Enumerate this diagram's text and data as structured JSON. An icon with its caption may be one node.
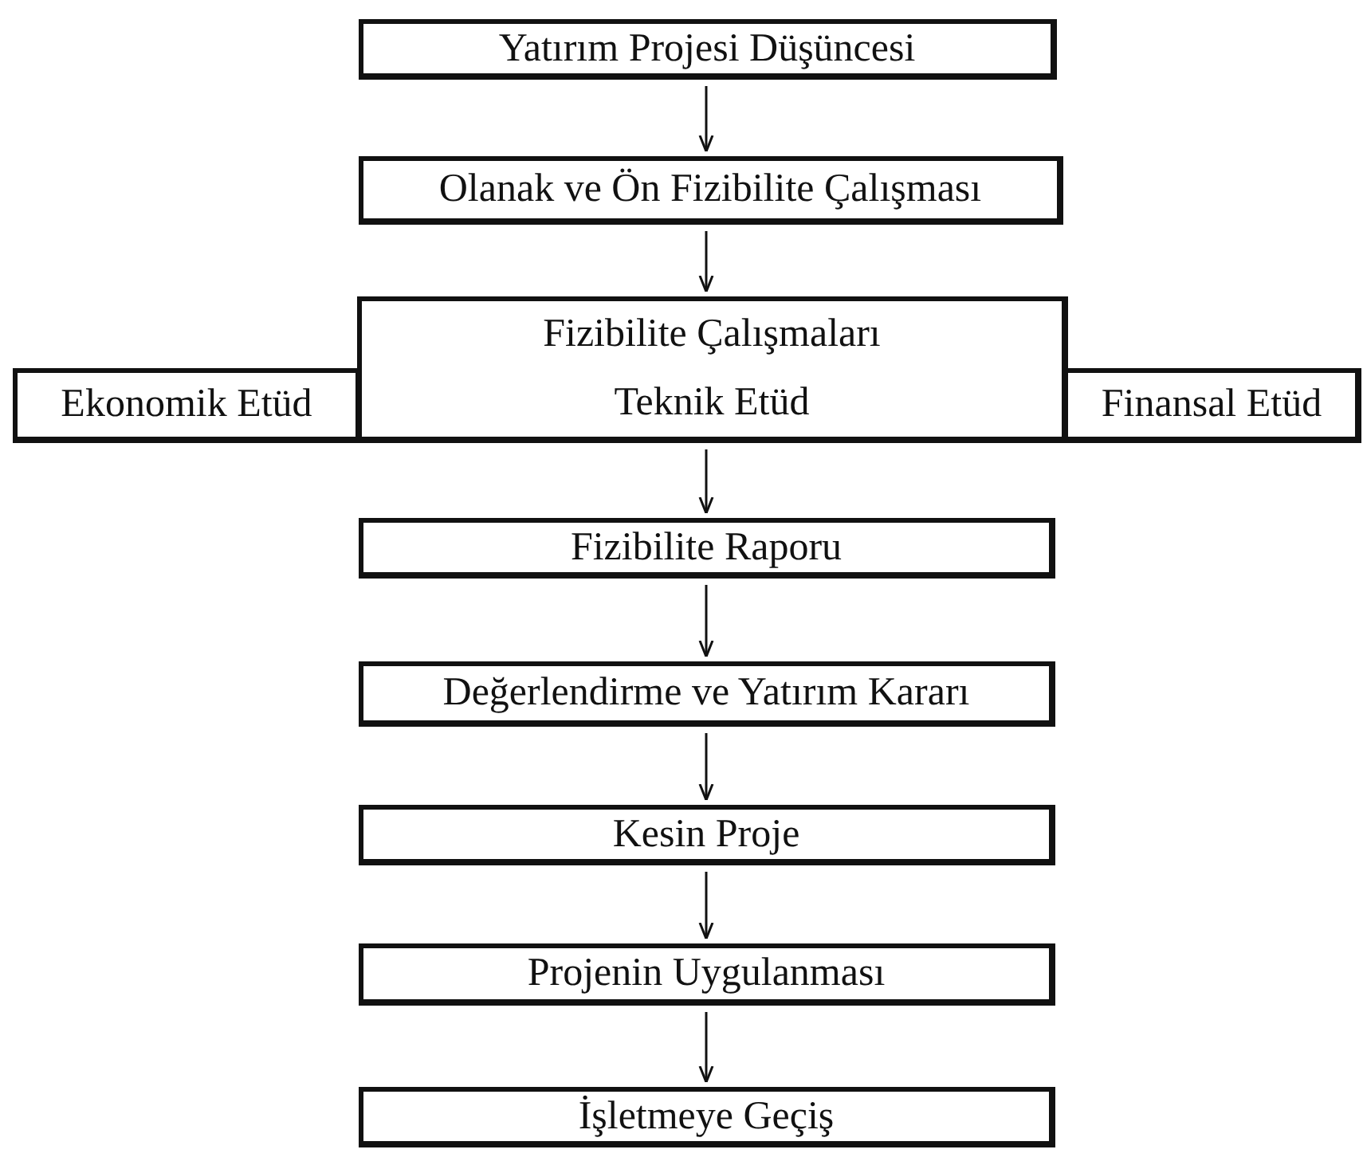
{
  "diagram": {
    "nodes": [
      {
        "text": [
          "Yatırım Projesi Düşüncesi"
        ]
      },
      {
        "text": [
          "Olanak ve Ön Fizibilite Çalışması"
        ]
      },
      {
        "text": [
          "Fizibilite Çalışmaları"
        ]
      },
      {
        "text": [
          "Ekonomik Etüd"
        ]
      },
      {
        "text": [
          "Teknik Etüd"
        ]
      },
      {
        "text": [
          "Finansal Etüd"
        ]
      },
      {
        "text": [
          "Fizibilite Raporu"
        ]
      },
      {
        "text": [
          "Değerlendirme ve Yatırım Kararı"
        ]
      },
      {
        "text": [
          "Kesin Proje"
        ]
      },
      {
        "text": [
          "Projenin Uygulanması"
        ]
      },
      {
        "text": [
          "İşletmeye Geçiş"
        ]
      }
    ],
    "edges": [
      {
        "from": 0,
        "to": 1,
        "arrow": "to"
      },
      {
        "from": 1,
        "to": 2,
        "arrow": "to"
      },
      {
        "from": 4,
        "to": 6,
        "arrow": "to"
      },
      {
        "from": 6,
        "to": 7,
        "arrow": "to"
      },
      {
        "from": 7,
        "to": 8,
        "arrow": "to"
      },
      {
        "from": 8,
        "to": 9,
        "arrow": "to"
      },
      {
        "from": 9,
        "to": 10,
        "arrow": "to"
      }
    ]
  }
}
